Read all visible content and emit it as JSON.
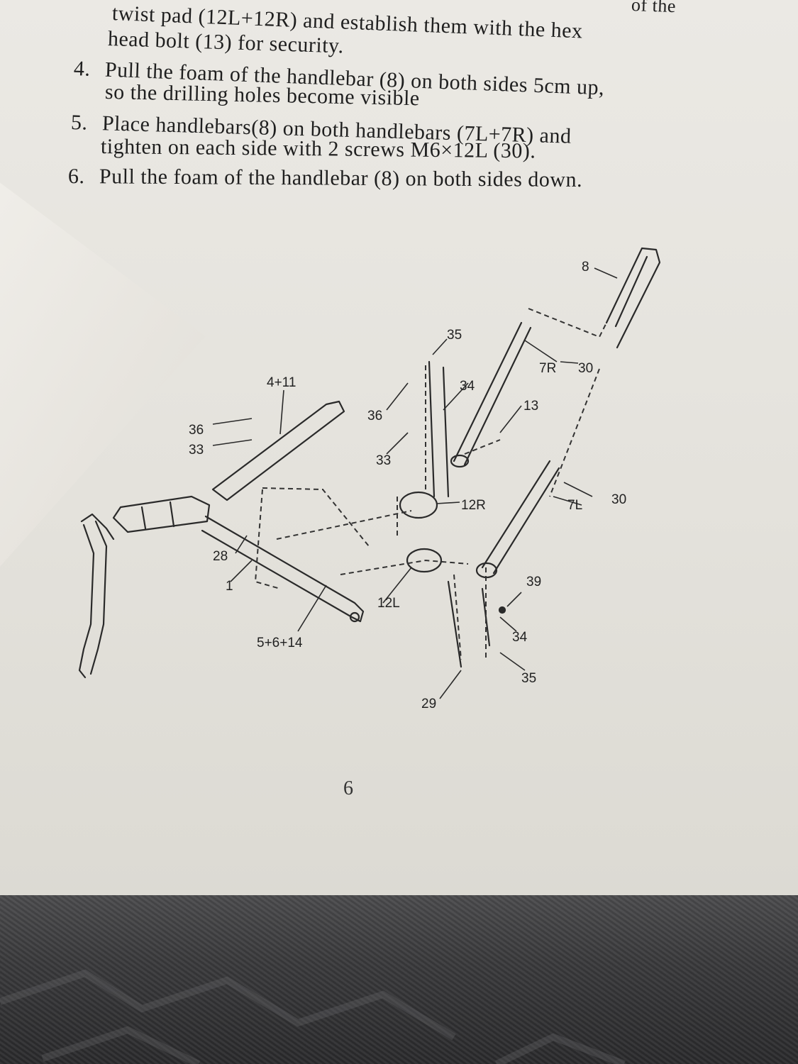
{
  "instructions": {
    "partial_top": "of the",
    "line_a": "twist pad (12L+12R) and establish them with the hex",
    "line_b": "head bolt (13) for security.",
    "steps": [
      {
        "num": "4.",
        "line1": "Pull the foam of the handlebar (8) on both sides 5cm up,",
        "line2": "so the drilling holes become visible"
      },
      {
        "num": "5.",
        "line1": "Place handlebars(8) on both handlebars (7L+7R) and",
        "line2": "tighten on each side with 2 screws M6×12L (30)."
      },
      {
        "num": "6.",
        "line1": "Pull the foam of the handlebar (8) on both sides down.",
        "line2": ""
      }
    ]
  },
  "diagram": {
    "labels": {
      "p8": "8",
      "p35_top": "35",
      "p7R": "7R",
      "p30_top": "30",
      "p4_11": "4+11",
      "p34_top": "34",
      "p13": "13",
      "p36_left": "36",
      "p33_left": "33",
      "p36_mid": "36",
      "p33_mid": "33",
      "p12R": "12R",
      "p7L": "7L",
      "p30_right": "30",
      "p28": "28",
      "p1": "1",
      "p39": "39",
      "p12L": "12L",
      "p5_6_14": "5+6+14",
      "p34_bottom": "34",
      "p35_bottom": "35",
      "p29": "29"
    }
  },
  "page_number": "6"
}
